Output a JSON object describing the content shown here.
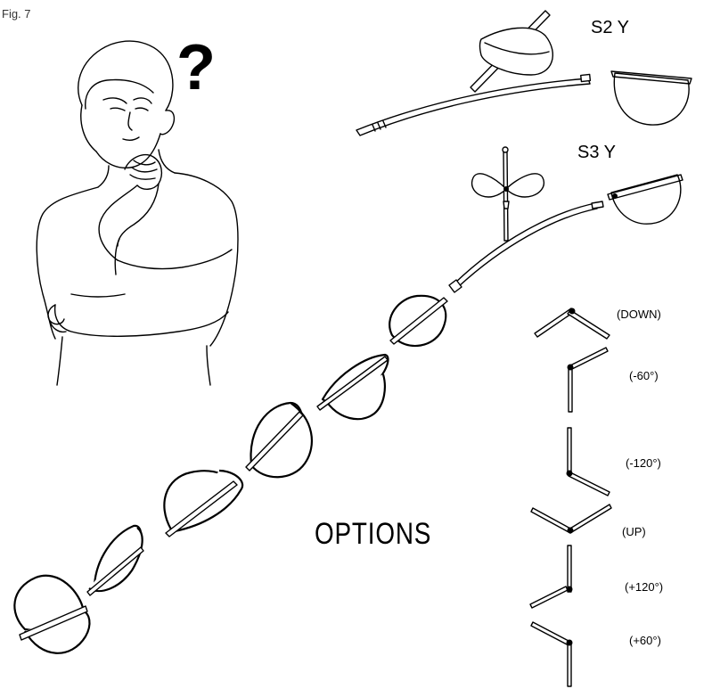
{
  "figure_label": "Fig. 7",
  "question_mark": "?",
  "model_labels": {
    "s2": "S2 Y",
    "s3": "S3 Y"
  },
  "options_title": "OPTIONS",
  "options": [
    {
      "label": "(DOWN)"
    },
    {
      "label": "(-60°)"
    },
    {
      "label": "(-120°)"
    },
    {
      "label": "(UP)"
    },
    {
      "label": "(+120°)"
    },
    {
      "label": "(+60°)"
    }
  ]
}
